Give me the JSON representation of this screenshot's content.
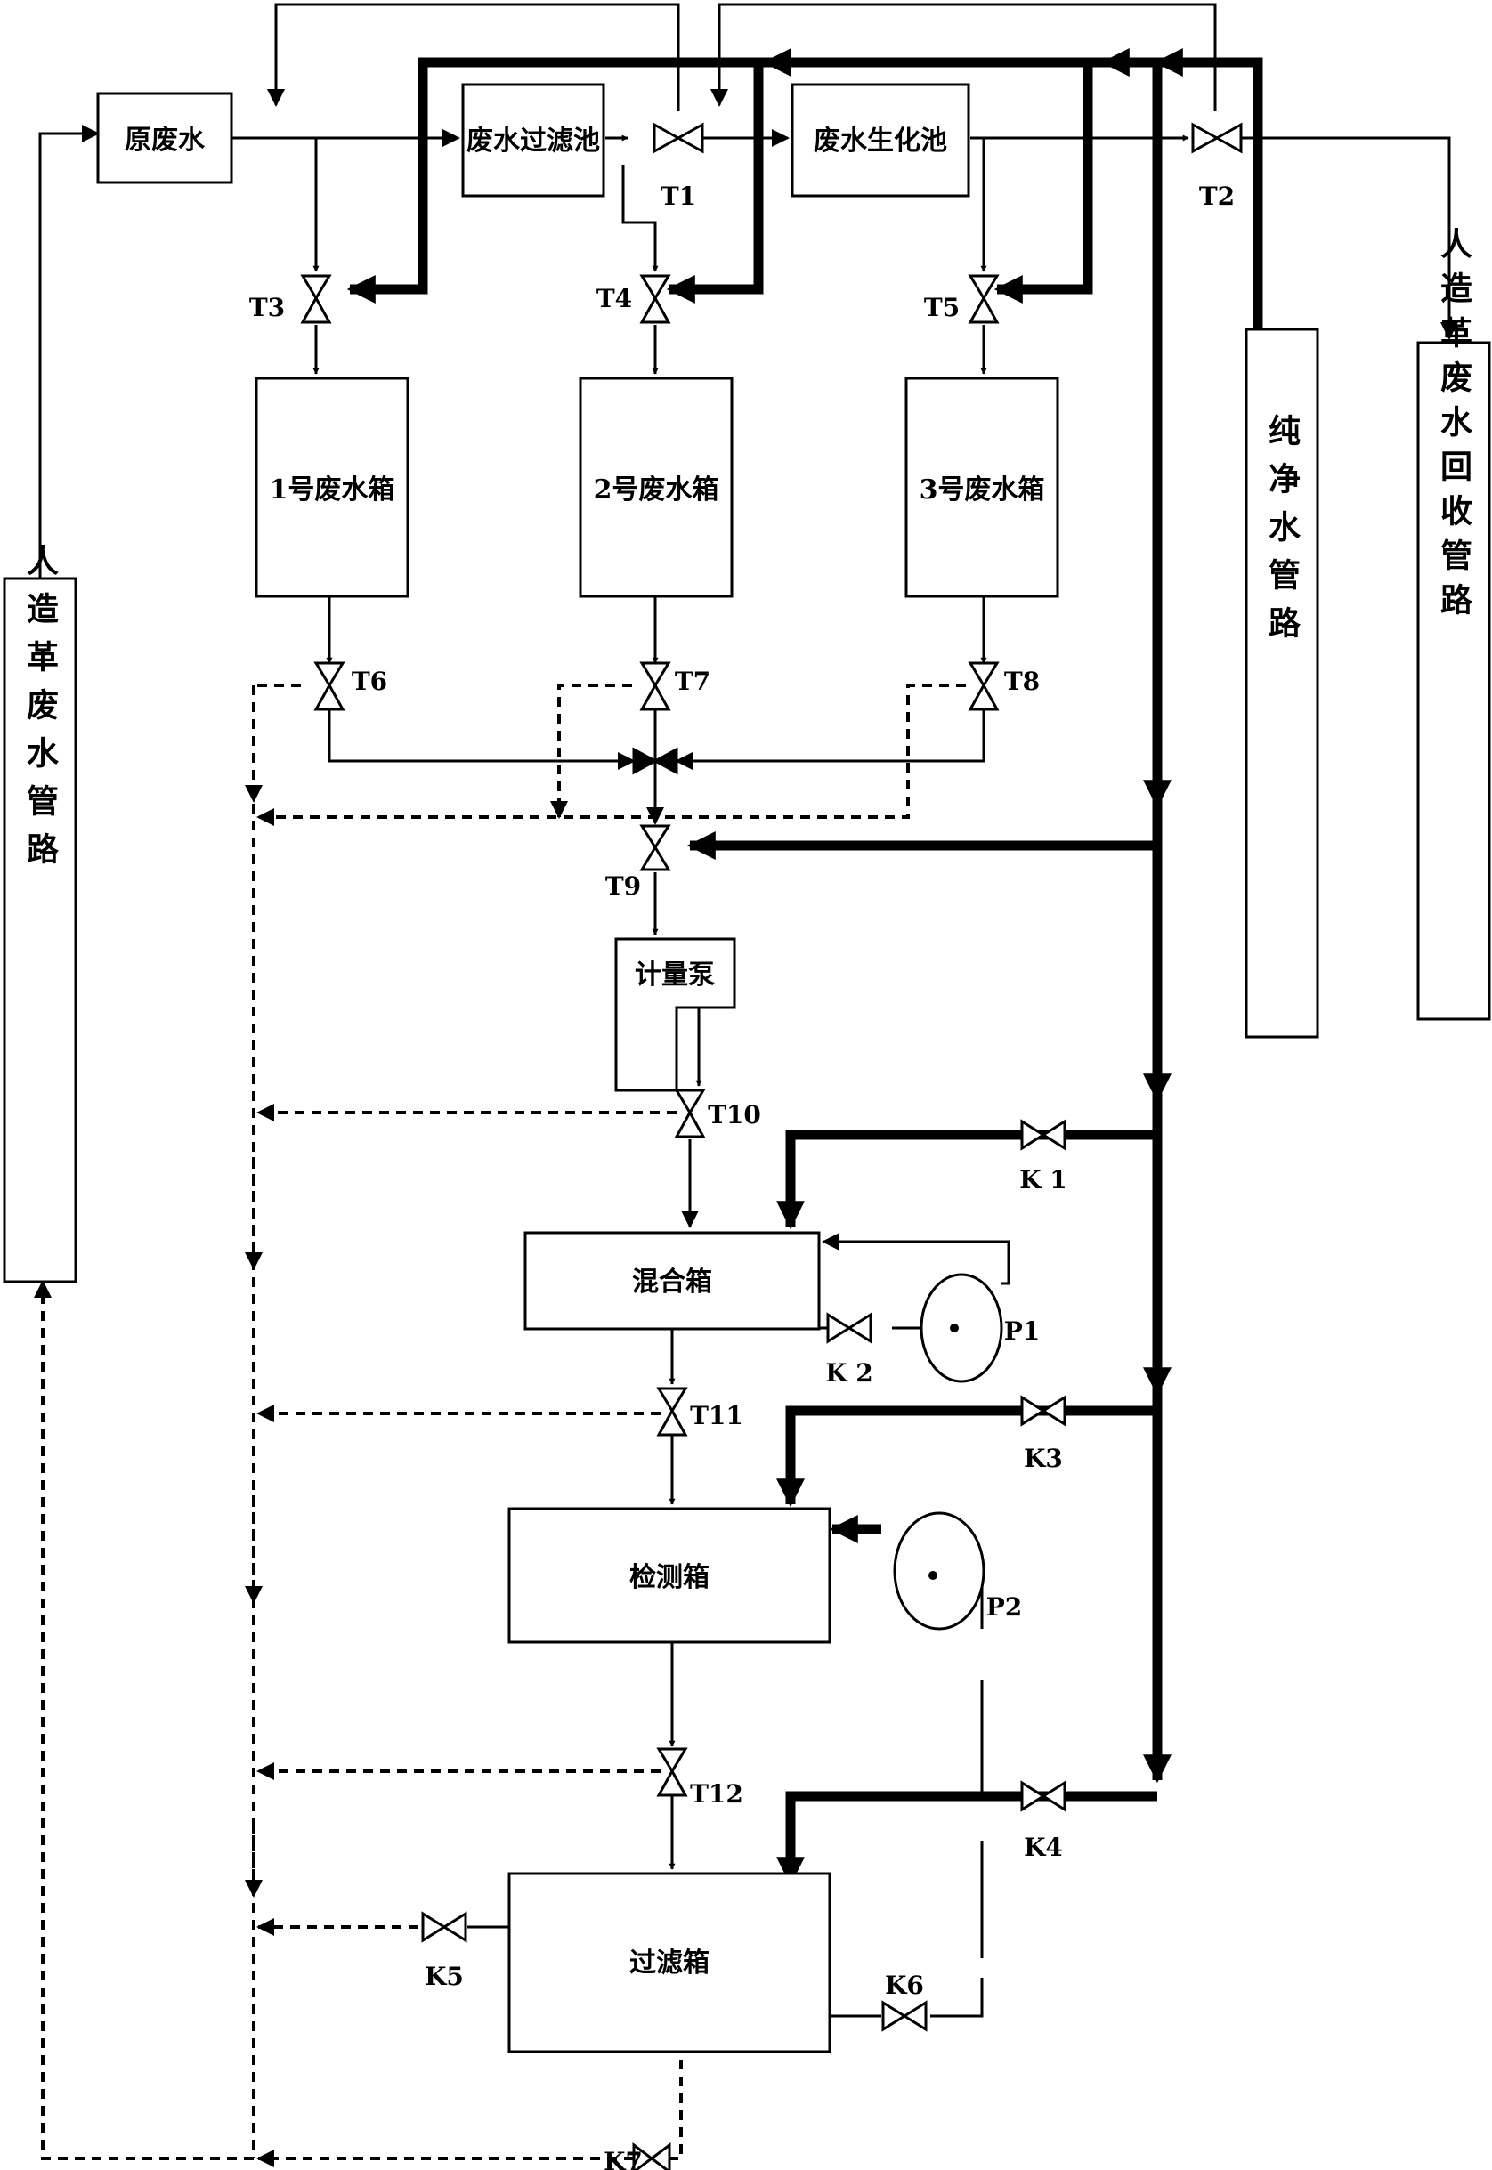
{
  "boxes": {
    "raw_wastewater": "原废水",
    "filter_pool": "废水过滤池",
    "biochem_pool": "废水生化池",
    "tank1": "1号废水箱",
    "tank2": "2号废水箱",
    "tank3": "3号废水箱",
    "metering_pump": "计量泵",
    "mixing_tank": "混合箱",
    "detection_tank": "检测箱",
    "filter_tank": "过滤箱"
  },
  "pipelines": {
    "leather_wastewater": "人造革废水管路",
    "pure_water": "纯净水管路",
    "recovery": "人造革废水回收管路"
  },
  "valves": {
    "T1": "T1",
    "T2": "T2",
    "T3": "T3",
    "T4": "T4",
    "T5": "T5",
    "T6": "T6",
    "T7": "T7",
    "T8": "T8",
    "T9": "T9",
    "T10": "T10",
    "T11": "T11",
    "T12": "T12",
    "K1": "K 1",
    "K2": "K 2",
    "K3": "K3",
    "K4": "K4",
    "K5": "K5",
    "K6": "K6",
    "K7": "K7"
  },
  "pumps": {
    "P1": "P1",
    "P2": "P2"
  }
}
